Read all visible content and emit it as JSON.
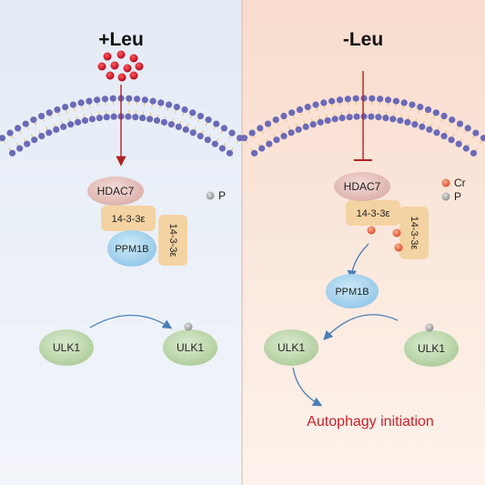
{
  "panels": {
    "left": {
      "title": "+Leu",
      "proteins": {
        "hdac7": "HDAC7",
        "adaptor_a": "14-3-3ε",
        "adaptor_b": "14-3-3ε",
        "ppm1b": "PPM1B",
        "ulk1_left": "ULK1",
        "ulk1_right": "ULK1"
      },
      "legend": {
        "phospho": "P"
      }
    },
    "right": {
      "title": "-Leu",
      "proteins": {
        "hdac7": "HDAC7",
        "adaptor_a": "14-3-3ε",
        "adaptor_b": "14-3-3ε",
        "ppm1b": "PPM1B",
        "ulk1_left": "ULK1",
        "ulk1_right": "ULK1"
      },
      "legend": {
        "cr": "Cr",
        "phospho": "P"
      },
      "outcome": "Autophagy initiation"
    }
  },
  "colors": {
    "left_bg": "#e8eef8",
    "right_bg": "#fbe6da",
    "membrane_head": "#6b6ab8",
    "membrane_tail": "#f2c98a",
    "leucine": "#c8102e",
    "arrow_red": "#b22222",
    "arrow_blue": "#4a7fb5",
    "hdac7_fill": "#e8c4c0",
    "adaptor_fill": "#f5d6a8",
    "ppm1b_fill": "#a9d6ef",
    "ulk1_fill": "#c7ddb6",
    "phospho_fill": "#a8a8a8",
    "cr_fill": "#ef7a4a",
    "outcome_text": "#d0202a"
  }
}
